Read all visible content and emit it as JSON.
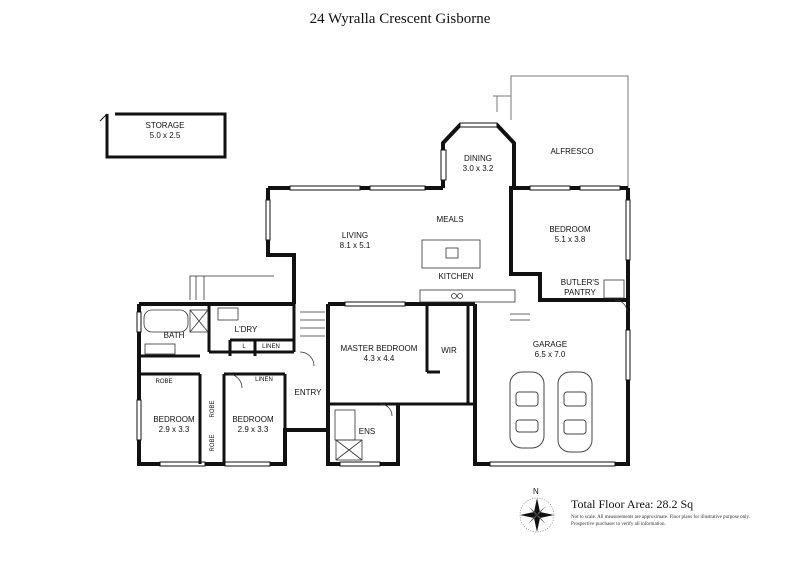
{
  "title": "24 Wyralla Crescent Gisborne",
  "rooms": {
    "storage": {
      "name": "STORAGE",
      "size": "5.0 x 2.5"
    },
    "dining": {
      "name": "DINING",
      "size": "3.0 x 3.2"
    },
    "alfresco": {
      "name": "ALFRESCO"
    },
    "meals": {
      "name": "MEALS"
    },
    "living": {
      "name": "LIVING",
      "size": "8.1 x 5.1"
    },
    "bedroom_rear": {
      "name": "BEDROOM",
      "size": "5.1 x 3.8"
    },
    "kitchen": {
      "name": "KITCHEN"
    },
    "butlers_pantry": {
      "name_line1": "BUTLER'S",
      "name_line2": "PANTRY"
    },
    "bath": {
      "name": "BATH"
    },
    "laundry": {
      "name": "L'DRY"
    },
    "l_cupboard": {
      "name": "L"
    },
    "linen_1": {
      "name": "LINEN"
    },
    "master_bedroom": {
      "name": "MASTER BEDROOM",
      "size": "4.3 x 4.4"
    },
    "wir": {
      "name": "WIR"
    },
    "garage": {
      "name": "GARAGE",
      "size": "6.5 x 7.0"
    },
    "robe_1": {
      "name": "ROBE"
    },
    "linen_2": {
      "name": "LINEN"
    },
    "entry": {
      "name": "ENTRY"
    },
    "bedroom_left": {
      "name": "BEDROOM",
      "size": "2.9 x 3.3"
    },
    "bedroom_mid": {
      "name": "BEDROOM",
      "size": "2.9 x 3.3"
    },
    "robe_2": {
      "name": "ROBE"
    },
    "robe_3": {
      "name": "ROBE"
    },
    "ens": {
      "name": "ENS"
    }
  },
  "footer": {
    "total_area": "Total Floor Area:  28.2 Sq",
    "disclaimer_1": "Not to scale. All measurements are approximate. Floor plans for illustrative purpose only.",
    "disclaimer_2": "Prospective purchaser to verify all information.",
    "compass_n": "N"
  }
}
